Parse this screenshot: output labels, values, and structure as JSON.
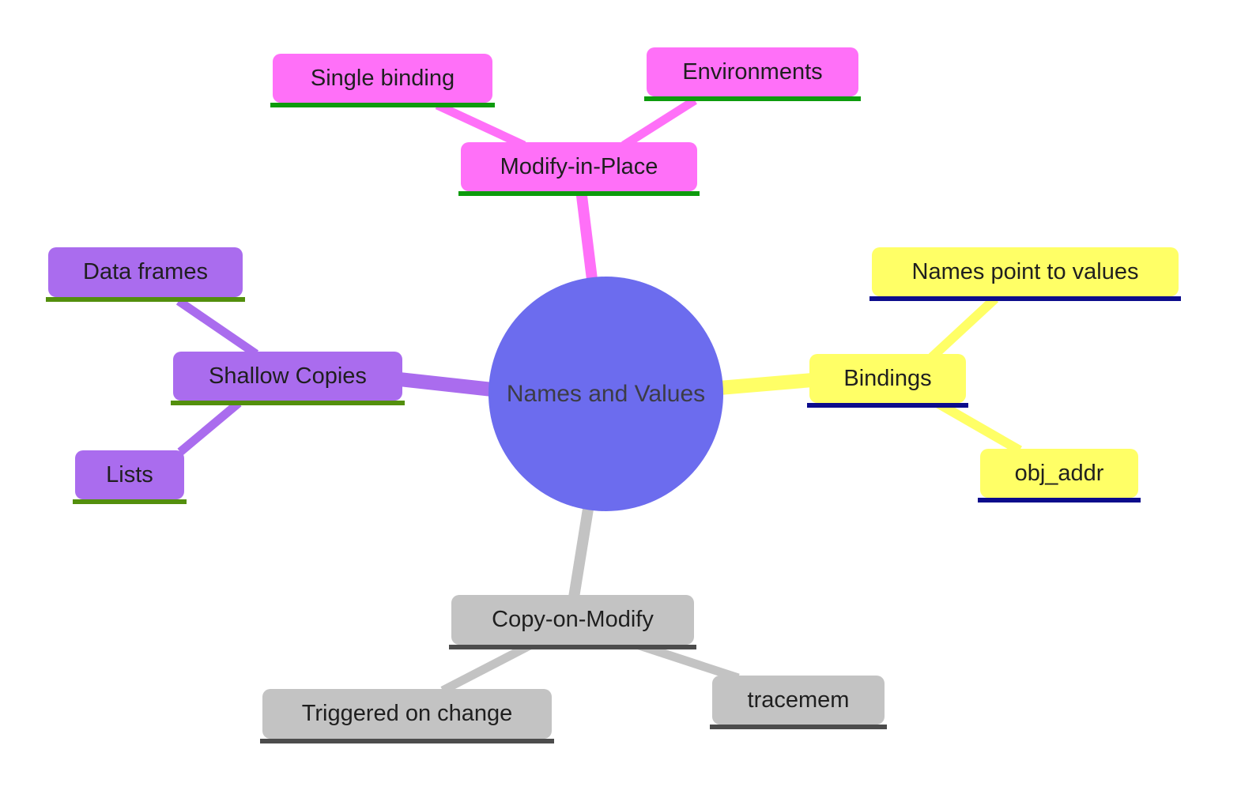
{
  "center": {
    "label": "Names and Values"
  },
  "branches": {
    "modify_in_place": {
      "label": "Modify-in-Place",
      "children": {
        "single_binding": {
          "label": "Single binding"
        },
        "environments": {
          "label": "Environments"
        }
      }
    },
    "shallow_copies": {
      "label": "Shallow Copies",
      "children": {
        "data_frames": {
          "label": "Data frames"
        },
        "lists": {
          "label": "Lists"
        }
      }
    },
    "bindings": {
      "label": "Bindings",
      "children": {
        "names_point_to_values": {
          "label": "Names point to values"
        },
        "obj_addr": {
          "label": "obj_addr"
        }
      }
    },
    "copy_on_modify": {
      "label": "Copy-on-Modify",
      "children": {
        "triggered_on_change": {
          "label": "Triggered on change"
        },
        "tracemem": {
          "label": "tracemem"
        }
      }
    }
  },
  "colors": {
    "background": "#ffffff",
    "center_fill": "#6c6cee",
    "center_text": "#3c3c46",
    "node_text": "#1f1f1f",
    "magenta_fill": "#ff70f8",
    "magenta_underline": "#0d9b0d",
    "purple_fill": "#aa6cee",
    "purple_underline": "#538f0d",
    "yellow_fill": "#ffff66",
    "yellow_underline": "#0c0c8c",
    "gray_fill": "#c3c3c3",
    "gray_underline": "#4c4c4c"
  }
}
